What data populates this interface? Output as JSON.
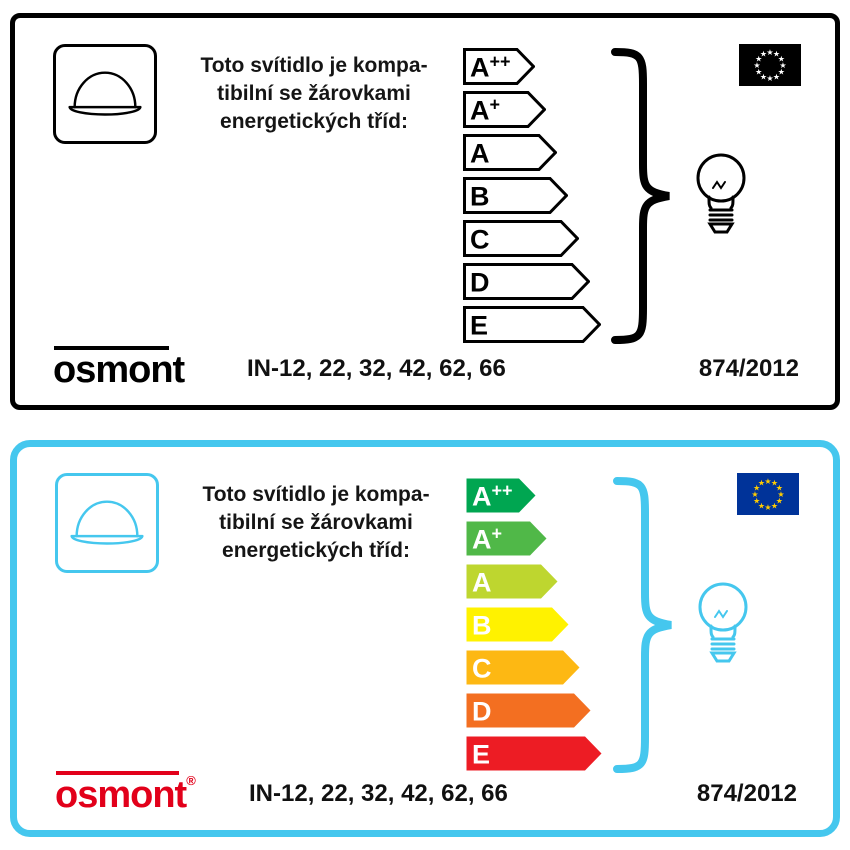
{
  "label_text": {
    "line1": "Toto svítidlo je kompa-",
    "line2": "tibilní se žárovkami",
    "line3": "energetických tříd:",
    "models": "IN-12, 22, 32, 42, 62, 66",
    "regulation": "874/2012",
    "logo": "osmont",
    "logo_reg": "®"
  },
  "energy_classes": [
    {
      "name": "A++",
      "base": "A",
      "sup": "++"
    },
    {
      "name": "A+",
      "base": "A",
      "sup": "+"
    },
    {
      "name": "A",
      "base": "A",
      "sup": ""
    },
    {
      "name": "B",
      "base": "B",
      "sup": ""
    },
    {
      "name": "C",
      "base": "C",
      "sup": ""
    },
    {
      "name": "D",
      "base": "D",
      "sup": ""
    },
    {
      "name": "E",
      "base": "E",
      "sup": ""
    }
  ],
  "icons": {
    "luminaire": "ceiling-light-line-drawing",
    "eu_flag_star": "★",
    "bulb": "light-bulb-outline",
    "brace": "curly-brace-right"
  },
  "cards": [
    {
      "variant": "monochrome",
      "colors": {
        "border": "#000000",
        "accent": "#000000",
        "logo": "#000000",
        "flag_bg": "#000000",
        "flag_star": "#ffffff",
        "arrow_fill": "#ffffff",
        "arrow_stroke": "#000000",
        "arrow_text": "#000000"
      }
    },
    {
      "variant": "color",
      "colors": {
        "border": "#45c7ee",
        "accent": "#45c7ee",
        "logo": "#e2001a",
        "flag_bg": "#003399",
        "flag_star": "#ffcc00",
        "arrow_fill": "#ffffff",
        "arrow_stroke": "none",
        "arrow_text": "#ffffff",
        "class_colors": [
          "#00a651",
          "#50b848",
          "#bed62f",
          "#fff200",
          "#fdb813",
          "#f36f21",
          "#ed1c24"
        ]
      }
    }
  ]
}
